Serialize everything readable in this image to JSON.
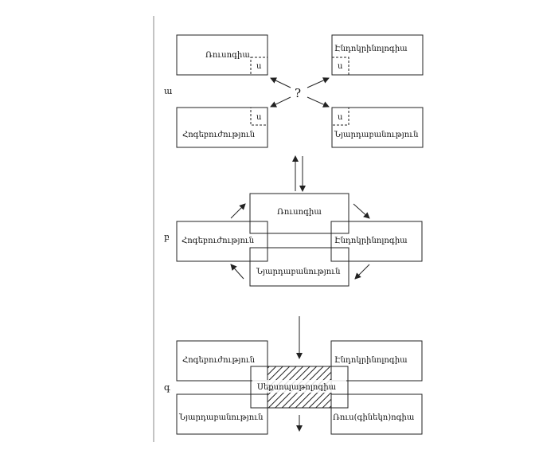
{
  "panels": {
    "a": "ա",
    "b": "բ",
    "c": "գ"
  },
  "top": {
    "fields": [
      "Ռուսոգիա",
      "Էնդոկրինոլոգիա",
      "Հոգեբուժություն",
      "Նյարդաբանություն"
    ],
    "marker": "ս",
    "question": "?"
  },
  "middle": {
    "fields": [
      "Ռուսոգիա",
      "Հոգեբուժություն",
      "Էնդոկրինոլոգիա",
      "Նյարդաբանություն"
    ]
  },
  "bottom": {
    "fields": [
      "Հոգեբուժություն",
      "Էնդոկրինոլոգիա",
      "Նյարդաբանություն",
      "Ռուս(գինեկո)ոգիա"
    ],
    "center": "Սեքսոպաթոլոգիա"
  }
}
